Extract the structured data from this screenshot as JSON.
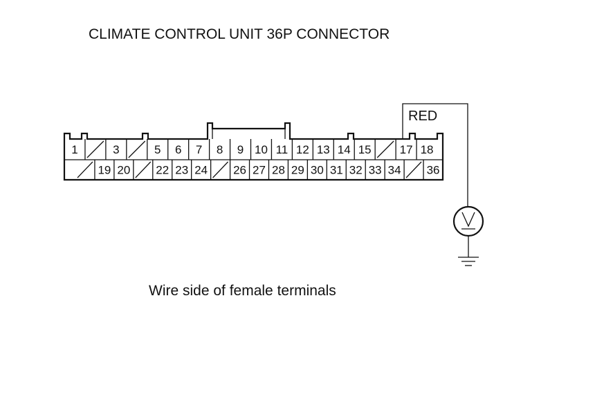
{
  "title": "CLIMATE CONTROL UNIT 36P CONNECTOR",
  "caption": "Wire side of female terminals",
  "wire_color": "RED",
  "meter_symbol": "voltmeter-icon",
  "ground_symbol": "ground-icon",
  "probe_pin": "17",
  "top_row": [
    "1",
    "",
    "3",
    "",
    "5",
    "6",
    "7",
    "8",
    "9",
    "10",
    "11",
    "12",
    "13",
    "14",
    "15",
    "",
    "17",
    "18"
  ],
  "bottom_row": [
    "",
    "19",
    "20",
    "",
    "22",
    "23",
    "24",
    "",
    "26",
    "27",
    "28",
    "29",
    "30",
    "31",
    "32",
    "33",
    "34",
    "",
    "36"
  ]
}
